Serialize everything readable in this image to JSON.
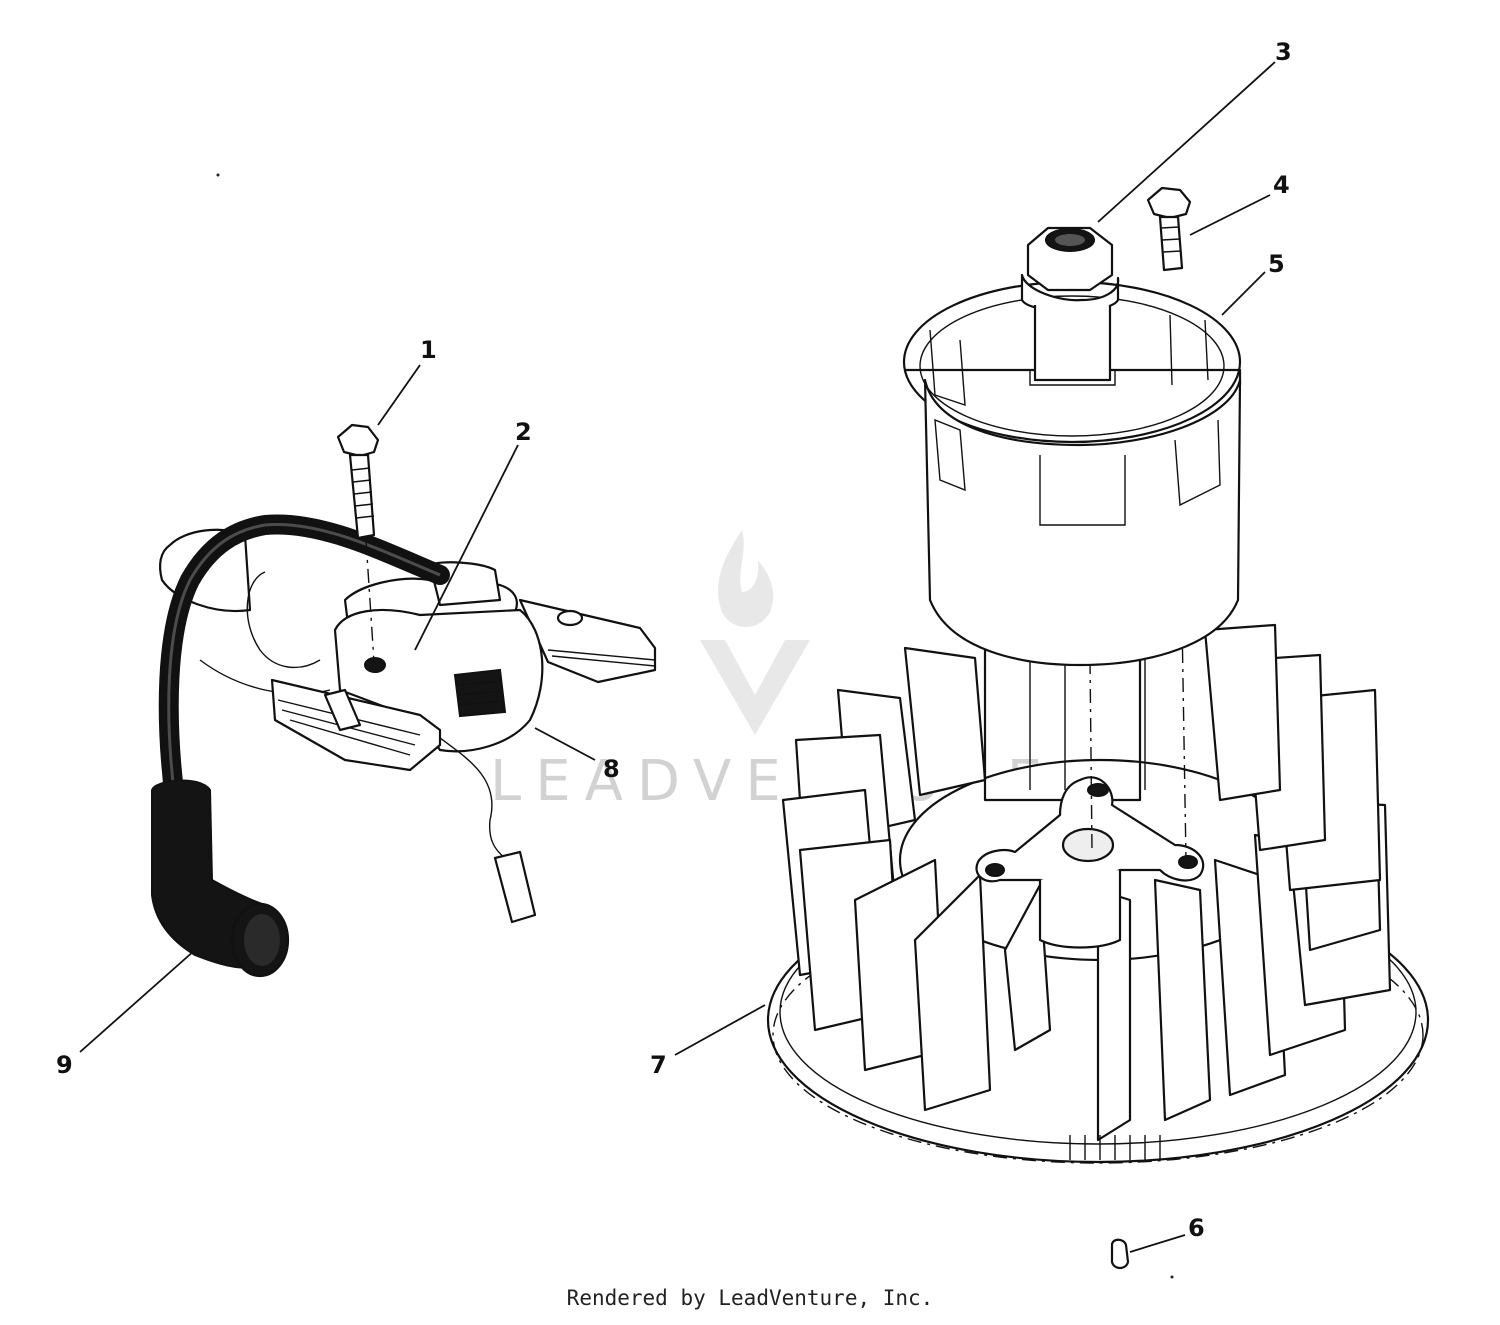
{
  "diagram": {
    "callouts": [
      {
        "id": "1",
        "label": "1"
      },
      {
        "id": "2",
        "label": "2"
      },
      {
        "id": "3",
        "label": "3"
      },
      {
        "id": "4",
        "label": "4"
      },
      {
        "id": "5",
        "label": "5"
      },
      {
        "id": "6",
        "label": "6"
      },
      {
        "id": "7",
        "label": "7"
      },
      {
        "id": "8",
        "label": "8"
      },
      {
        "id": "9",
        "label": "9"
      }
    ],
    "watermark": "LEADVENTURE",
    "credit": "Rendered by LeadVenture, Inc."
  }
}
